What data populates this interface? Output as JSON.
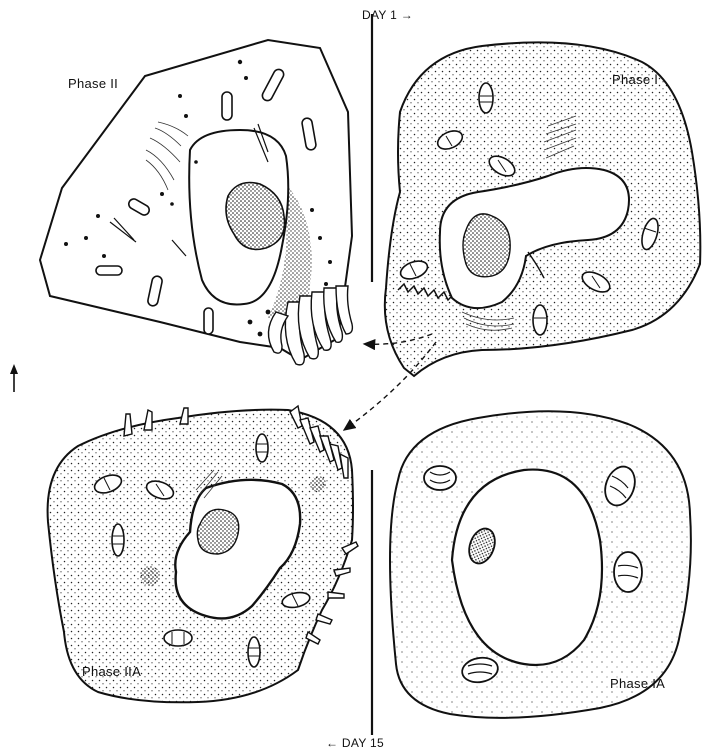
{
  "labels": {
    "phase_2": "Phase II",
    "phase_1": "Phase I",
    "phase_2a": "Phase IIA",
    "phase_1a": "Phase IA",
    "day_1": "DAY 1 →",
    "day_15": "← DAY 15"
  },
  "colors": {
    "ink": "#111111",
    "paper": "#ffffff"
  }
}
